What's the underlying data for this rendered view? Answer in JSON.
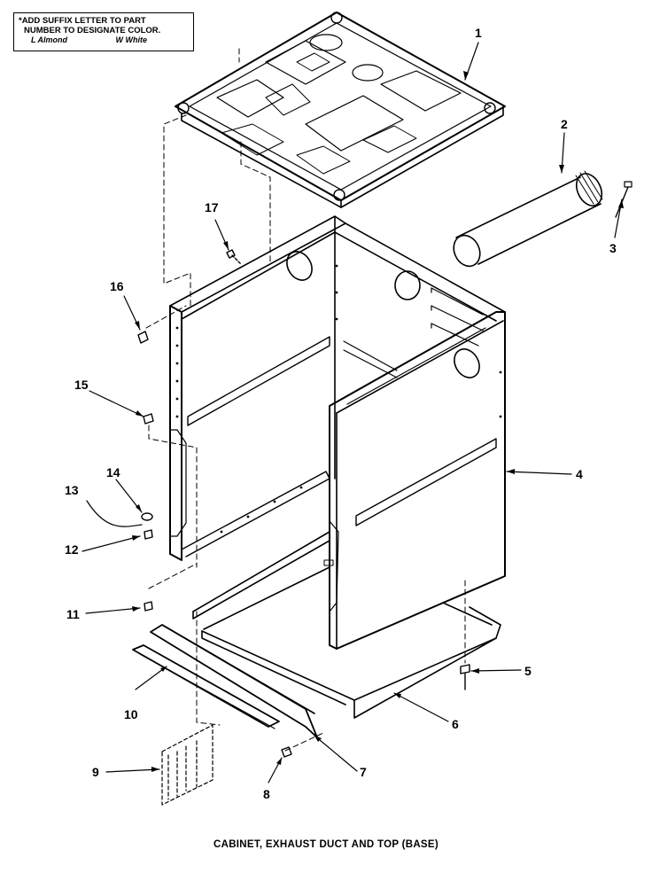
{
  "note": {
    "line1": "*ADD SUFFIX LETTER TO PART",
    "line2": "NUMBER TO DESIGNATE COLOR.",
    "color_a": "L Almond",
    "color_b": "W White"
  },
  "callouts": [
    {
      "id": "c1",
      "label": "1"
    },
    {
      "id": "c2",
      "label": "2"
    },
    {
      "id": "c3",
      "label": "3"
    },
    {
      "id": "c4",
      "label": "4"
    },
    {
      "id": "c5",
      "label": "5"
    },
    {
      "id": "c6",
      "label": "6"
    },
    {
      "id": "c7",
      "label": "7"
    },
    {
      "id": "c8",
      "label": "8"
    },
    {
      "id": "c9",
      "label": "9"
    },
    {
      "id": "c10",
      "label": "10"
    },
    {
      "id": "c11",
      "label": "11"
    },
    {
      "id": "c12",
      "label": "12"
    },
    {
      "id": "c13",
      "label": "13"
    },
    {
      "id": "c14",
      "label": "14"
    },
    {
      "id": "c15",
      "label": "15"
    },
    {
      "id": "c16",
      "label": "16"
    },
    {
      "id": "c17",
      "label": "17"
    }
  ],
  "caption": "CABINET, EXHAUST DUCT AND TOP (BASE)"
}
